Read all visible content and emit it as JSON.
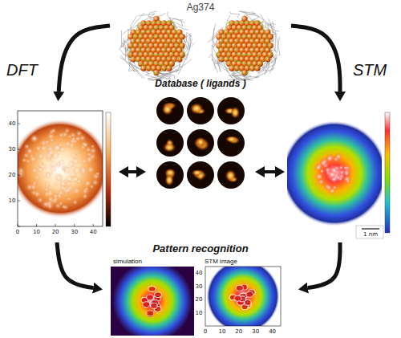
{
  "diagram": {
    "nodes": [
      {
        "text": [
          "Ag374"
        ]
      },
      {
        "text": [
          "DFT"
        ]
      },
      {
        "text": [
          "Database ( ligands )"
        ]
      },
      {
        "text": [
          "STM"
        ]
      },
      {
        "text": [
          "Pattern recognition"
        ]
      },
      {
        "text": [
          "simulation"
        ],
        "in": 4
      },
      {
        "text": [
          "STM image"
        ],
        "in": 4
      }
    ],
    "edges": [
      {
        "from": 0,
        "to": 1,
        "arrow": "to"
      },
      {
        "from": 0,
        "to": 3,
        "arrow": "to"
      },
      {
        "from": 1,
        "to": 2,
        "arrow": "both"
      },
      {
        "from": 2,
        "to": 3,
        "arrow": "both"
      },
      {
        "from": 1,
        "to": 4,
        "arrow": "to"
      },
      {
        "from": 3,
        "to": 4,
        "arrow": "to"
      }
    ],
    "labels": [
      "0",
      "10",
      "20",
      "30",
      "40",
      "10",
      "20",
      "30",
      "40",
      "1 nm",
      "0",
      "10",
      "20",
      "30",
      "40",
      "10",
      "20",
      "30",
      "40"
    ]
  }
}
